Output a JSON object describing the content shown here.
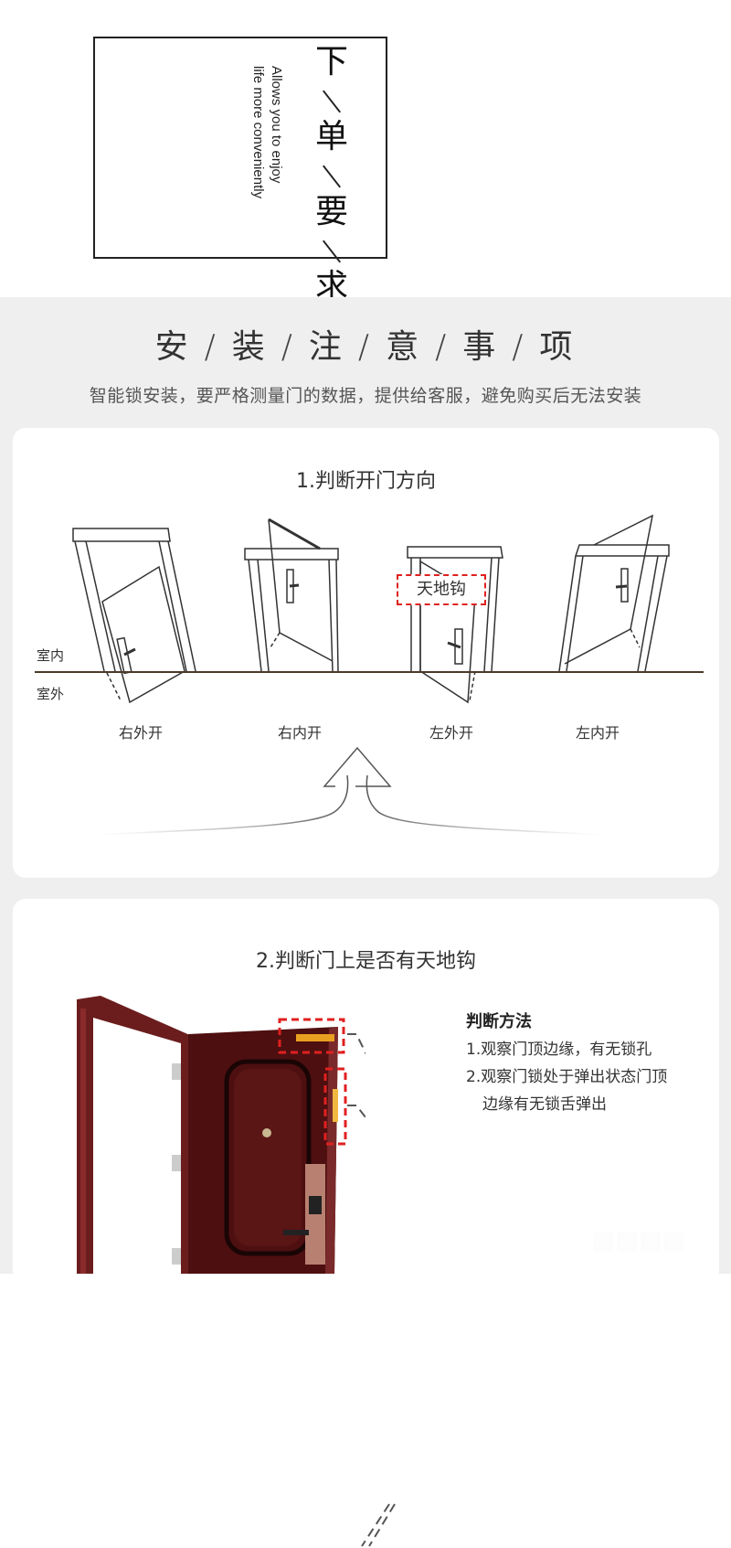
{
  "order_section": {
    "title_chars": [
      "下",
      "单",
      "要",
      "求"
    ],
    "subtitle_line1": "Allows you to enjoy",
    "subtitle_line2": "life more conveniently"
  },
  "install_section": {
    "heading_chars": [
      "安",
      "装",
      "注",
      "意",
      "事",
      "项"
    ],
    "subheading": "智能锁安装，要严格测量门的数据，提供给客服，避免购买后无法安装"
  },
  "card_direction": {
    "title": "1.判断开门方向",
    "indoor_label": "室内",
    "outdoor_label": "室外",
    "doors": [
      {
        "label": "右外开"
      },
      {
        "label": "右内开"
      },
      {
        "label": "左外开"
      },
      {
        "label": "左内开"
      }
    ],
    "line_color": "#4a3a28"
  },
  "card_hook": {
    "title": "2.判断门上是否有天地钩",
    "method_title": "判断方法",
    "method_items": [
      "1.观察门顶边缘，有无锁孔",
      "2.观察门锁处于弹出状态门顶",
      "边缘有无锁舌弹出"
    ],
    "callout_label": "天地钩",
    "callout_color": "#e02020",
    "door_color": "#5a1414"
  }
}
